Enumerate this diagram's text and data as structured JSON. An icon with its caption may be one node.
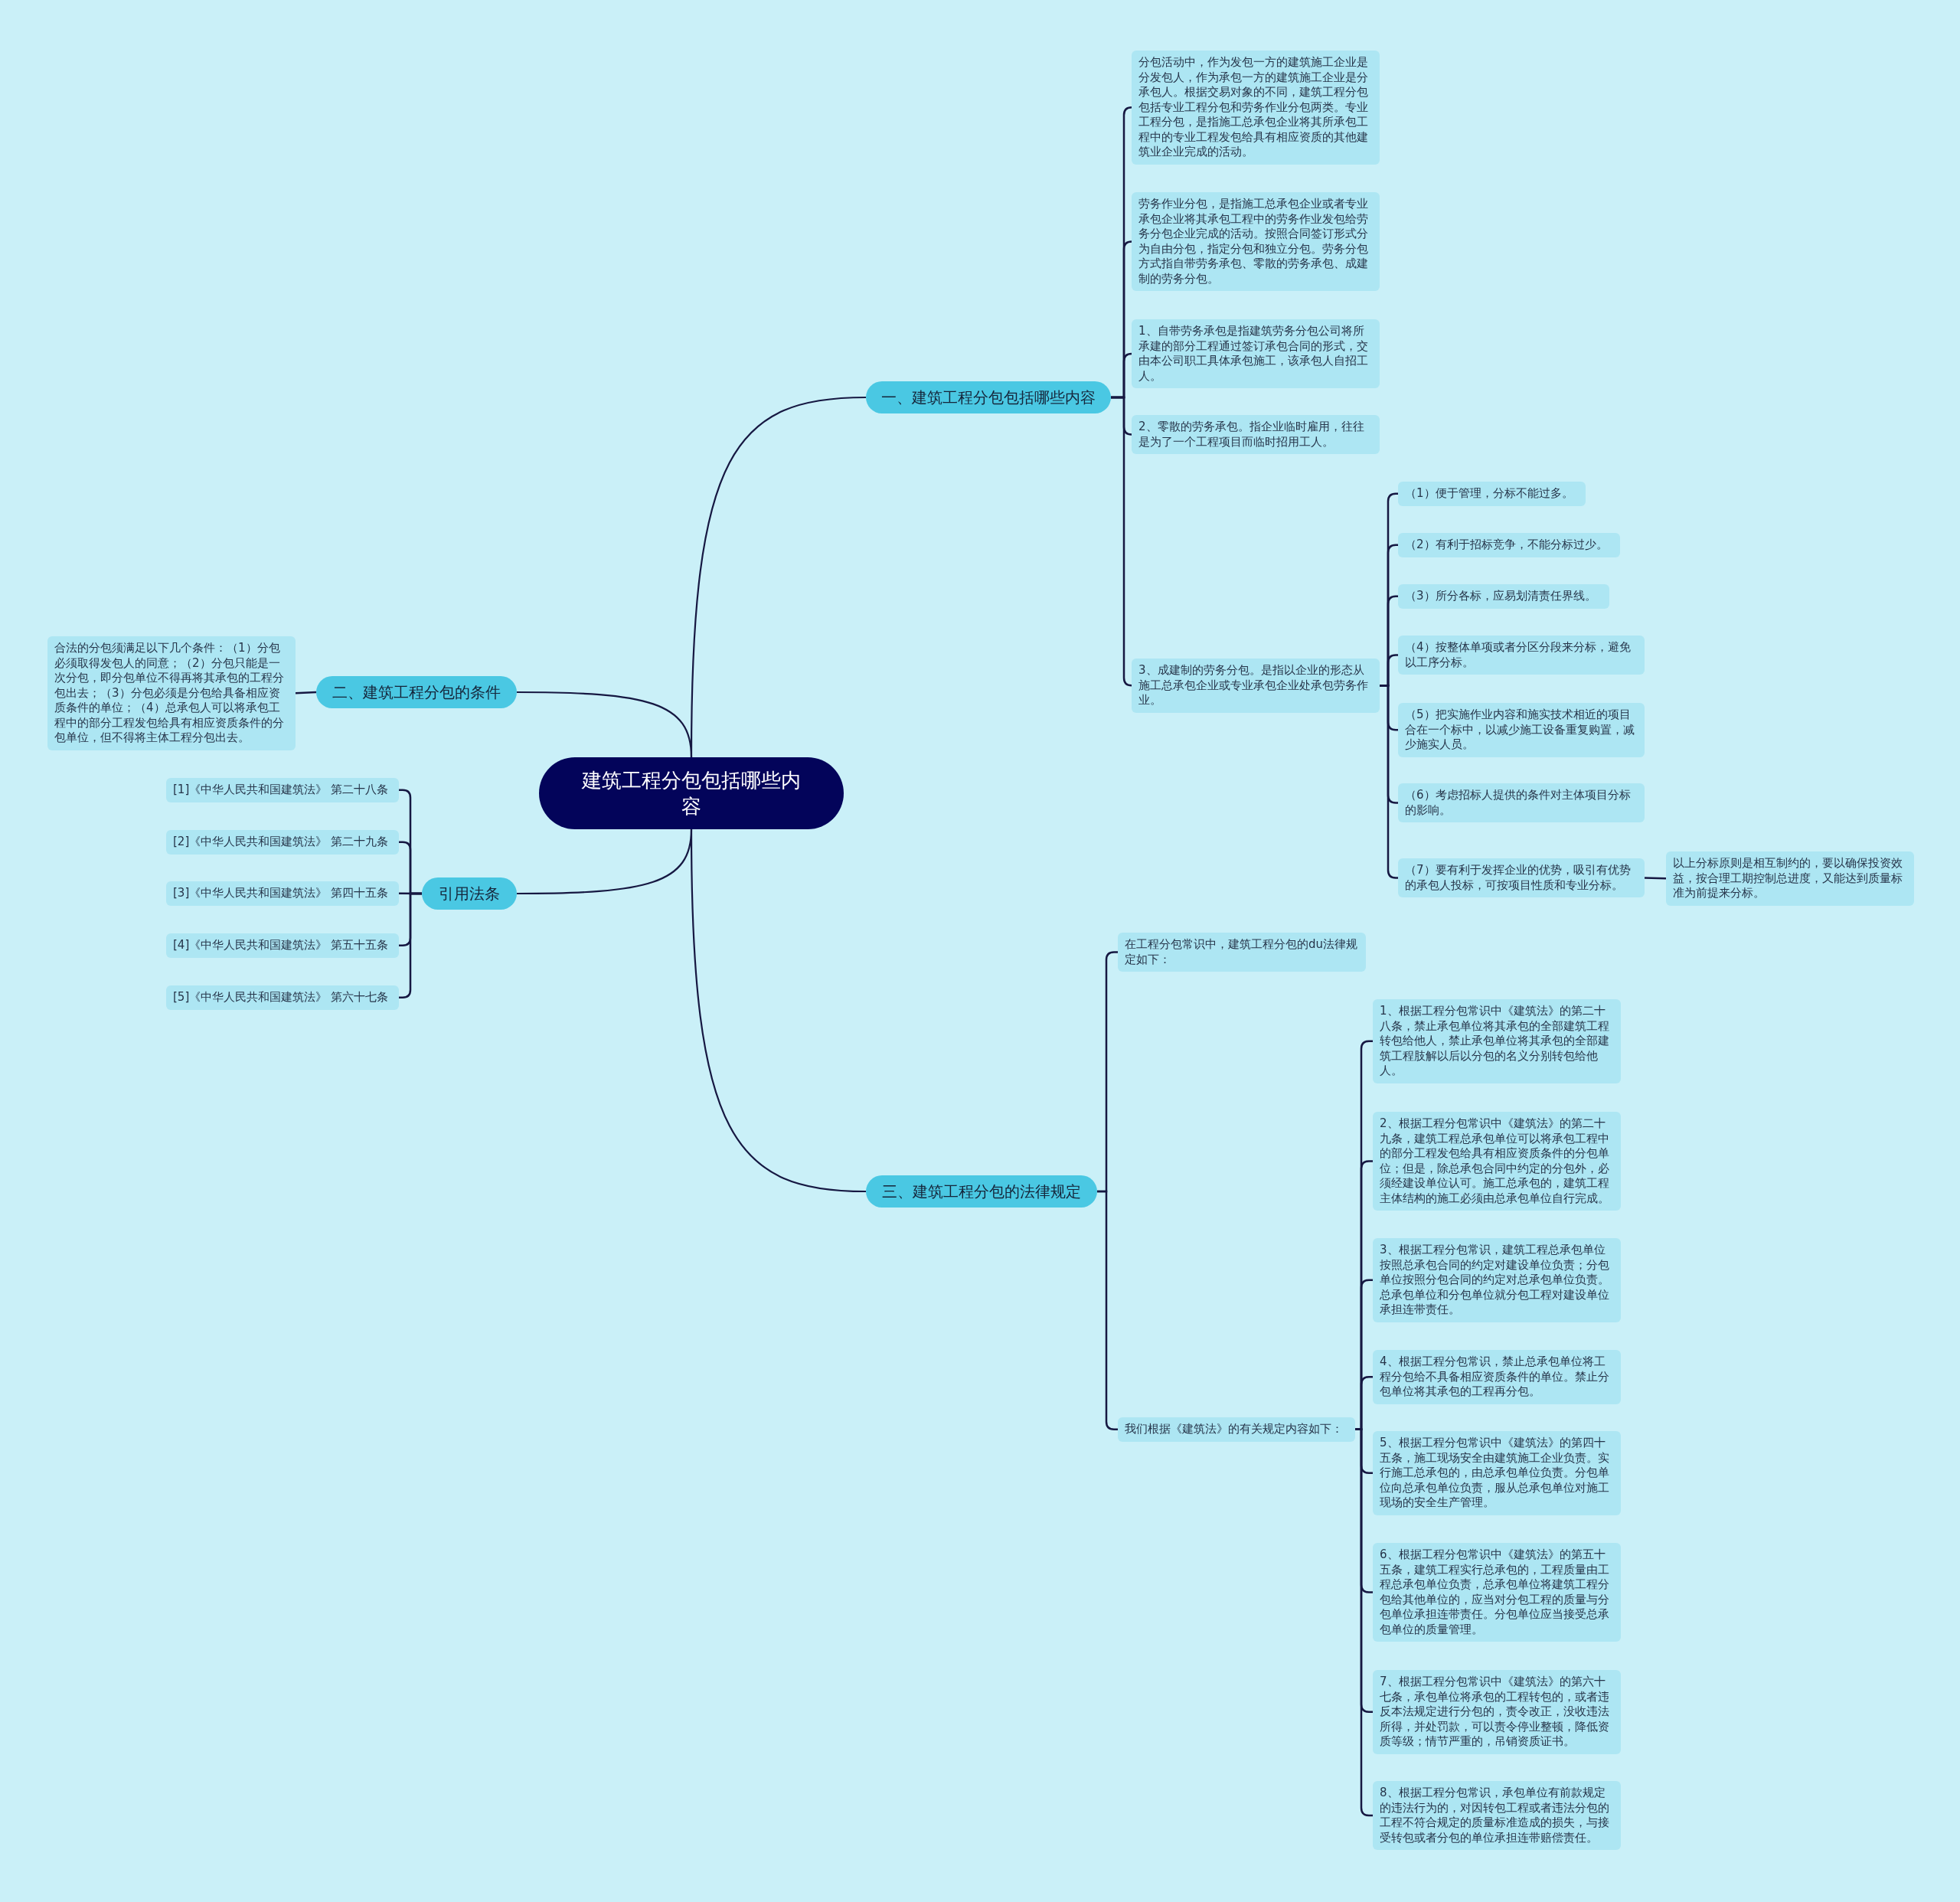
{
  "diagram": {
    "nodes": [
      {
        "text": [
          "建筑工程分包包括哪些内容"
        ]
      },
      {
        "text": [
          "一、建筑工程分包包括哪些内容"
        ]
      },
      {
        "text": [
          "分包活动中，作为发包一方的建筑施工企业是分发包人，作为承包一方的建筑施工企业是分承包人。根据交易对象的不同，建筑工程分包包括专业工程分包和劳务作业分包两类。专业工程分包，是指施工总承包企业将其所承包工程中的专业工程发包给具有相应资质的其他建筑业企业完成的活动。"
        ]
      },
      {
        "text": [
          "劳务作业分包，是指施工总承包企业或者专业承包企业将其承包工程中的劳务作业发包给劳务分包企业完成的活动。按照合同签订形式分为自由分包，指定分包和独立分包。劳务分包方式指自带劳务承包、零散的劳务承包、成建制的劳务分包。"
        ]
      },
      {
        "text": [
          "1、自带劳务承包是指建筑劳务分包公司将所承建的部分工程通过签订承包合同的形式，交由本公司职工具体承包施工，该承包人自招工人。"
        ]
      },
      {
        "text": [
          "2、零散的劳务承包。指企业临时雇用，往往是为了一个工程项目而临时招用工人。"
        ]
      },
      {
        "text": [
          "3、成建制的劳务分包。是指以企业的形态从施工总承包企业或专业承包企业处承包劳务作业。"
        ]
      },
      {
        "text": [
          "（1）便于管理，分标不能过多。"
        ]
      },
      {
        "text": [
          "（2）有利于招标竞争，不能分标过少。"
        ]
      },
      {
        "text": [
          "（3）所分各标，应易划清责任界线。"
        ]
      },
      {
        "text": [
          "（4）按整体单项或者分区分段来分标，避免以工序分标。"
        ]
      },
      {
        "text": [
          "（5）把实施作业内容和施实技术相近的项目合在一个标中，以减少施工设备重复购置，减少施实人员。"
        ]
      },
      {
        "text": [
          "（6）考虑招标人提供的条件对主体项目分标的影响。"
        ]
      },
      {
        "text": [
          "（7）要有利于发挥企业的优势，吸引有优势的承包人投标，可按项目性质和专业分标。"
        ]
      },
      {
        "text": [
          "以上分标原则是相互制约的，要以确保投资效益，按合理工期控制总进度，又能达到质量标准为前提来分标。"
        ]
      },
      {
        "text": [
          "二、建筑工程分包的条件"
        ]
      },
      {
        "text": [
          "合法的分包须满足以下几个条件：（1）分包必须取得发包人的同意；（2）分包只能是一次分包，即分包单位不得再将其承包的工程分包出去；（3）分包必须是分包给具备相应资质条件的单位；（4）总承包人可以将承包工程中的部分工程发包给具有相应资质条件的分包单位，但不得将主体工程分包出去。"
        ]
      },
      {
        "text": [
          "引用法条"
        ]
      },
      {
        "text": [
          "[1]《中华人民共和国建筑法》 第二十八条"
        ]
      },
      {
        "text": [
          "[2]《中华人民共和国建筑法》 第二十九条"
        ]
      },
      {
        "text": [
          "[3]《中华人民共和国建筑法》 第四十五条"
        ]
      },
      {
        "text": [
          "[4]《中华人民共和国建筑法》 第五十五条"
        ]
      },
      {
        "text": [
          "[5]《中华人民共和国建筑法》 第六十七条"
        ]
      },
      {
        "text": [
          "三、建筑工程分包的法律规定"
        ]
      },
      {
        "text": [
          "在工程分包常识中，建筑工程分包的du法律规定如下："
        ]
      },
      {
        "text": [
          "我们根据《建筑法》的有关规定内容如下："
        ]
      },
      {
        "text": [
          "1、根据工程分包常识中《建筑法》的第二十八条，禁止承包单位将其承包的全部建筑工程转包给他人，禁止承包单位将其承包的全部建筑工程肢解以后以分包的名义分别转包给他人。"
        ]
      },
      {
        "text": [
          "2、根据工程分包常识中《建筑法》的第二十九条，建筑工程总承包单位可以将承包工程中的部分工程发包给具有相应资质条件的分包单位；但是，除总承包合同中约定的分包外，必须经建设单位认可。施工总承包的，建筑工程主体结构的施工必须由总承包单位自行完成。"
        ]
      },
      {
        "text": [
          "3、根据工程分包常识，建筑工程总承包单位按照总承包合同的约定对建设单位负责；分包单位按照分包合同的约定对总承包单位负责。总承包单位和分包单位就分包工程对建设单位承担连带责任。"
        ]
      },
      {
        "text": [
          "4、根据工程分包常识，禁止总承包单位将工程分包给不具备相应资质条件的单位。禁止分包单位将其承包的工程再分包。"
        ]
      },
      {
        "text": [
          "5、根据工程分包常识中《建筑法》的第四十五条，施工现场安全由建筑施工企业负责。实行施工总承包的，由总承包单位负责。分包单位向总承包单位负责，服从总承包单位对施工现场的安全生产管理。"
        ]
      },
      {
        "text": [
          "6、根据工程分包常识中《建筑法》的第五十五条，建筑工程实行总承包的，工程质量由工程总承包单位负责，总承包单位将建筑工程分包给其他单位的，应当对分包工程的质量与分包单位承担连带责任。分包单位应当接受总承包单位的质量管理。"
        ]
      },
      {
        "text": [
          "7、根据工程分包常识中《建筑法》的第六十七条，承包单位将承包的工程转包的，或者违反本法规定进行分包的，责令改正，没收违法所得，并处罚款，可以责令停业整顿，降低资质等级；情节严重的，吊销资质证书。"
        ]
      },
      {
        "text": [
          "8、根据工程分包常识，承包单位有前款规定的违法行为的，对因转包工程或者违法分包的工程不符合规定的质量标准造成的损失，与接受转包或者分包的单位承担连带赔偿责任。"
        ]
      }
    ],
    "edges": [
      {
        "from": 0,
        "to": 1,
        "arrow": "none"
      },
      {
        "from": 1,
        "to": 2,
        "arrow": "none"
      },
      {
        "from": 1,
        "to": 3,
        "arrow": "none"
      },
      {
        "from": 1,
        "to": 4,
        "arrow": "none"
      },
      {
        "from": 1,
        "to": 5,
        "arrow": "none"
      },
      {
        "from": 1,
        "to": 6,
        "arrow": "none"
      },
      {
        "from": 6,
        "to": 7,
        "arrow": "none"
      },
      {
        "from": 6,
        "to": 8,
        "arrow": "none"
      },
      {
        "from": 6,
        "to": 9,
        "arrow": "none"
      },
      {
        "from": 6,
        "to": 10,
        "arrow": "none"
      },
      {
        "from": 6,
        "to": 11,
        "arrow": "none"
      },
      {
        "from": 6,
        "to": 12,
        "arrow": "none"
      },
      {
        "from": 6,
        "to": 13,
        "arrow": "none"
      },
      {
        "from": 13,
        "to": 14,
        "arrow": "none"
      },
      {
        "from": 0,
        "to": 15,
        "arrow": "none"
      },
      {
        "from": 15,
        "to": 16,
        "arrow": "none"
      },
      {
        "from": 0,
        "to": 17,
        "arrow": "none"
      },
      {
        "from": 17,
        "to": 18,
        "arrow": "none"
      },
      {
        "from": 17,
        "to": 19,
        "arrow": "none"
      },
      {
        "from": 17,
        "to": 20,
        "arrow": "none"
      },
      {
        "from": 17,
        "to": 21,
        "arrow": "none"
      },
      {
        "from": 17,
        "to": 22,
        "arrow": "none"
      },
      {
        "from": 0,
        "to": 23,
        "arrow": "none"
      },
      {
        "from": 23,
        "to": 24,
        "arrow": "none"
      },
      {
        "from": 23,
        "to": 25,
        "arrow": "none"
      },
      {
        "from": 25,
        "to": 26,
        "arrow": "none"
      },
      {
        "from": 25,
        "to": 27,
        "arrow": "none"
      },
      {
        "from": 25,
        "to": 28,
        "arrow": "none"
      },
      {
        "from": 25,
        "to": 29,
        "arrow": "none"
      },
      {
        "from": 25,
        "to": 30,
        "arrow": "none"
      },
      {
        "from": 25,
        "to": 31,
        "arrow": "none"
      },
      {
        "from": 25,
        "to": 32,
        "arrow": "none"
      },
      {
        "from": 25,
        "to": 33,
        "arrow": "none"
      }
    ]
  }
}
